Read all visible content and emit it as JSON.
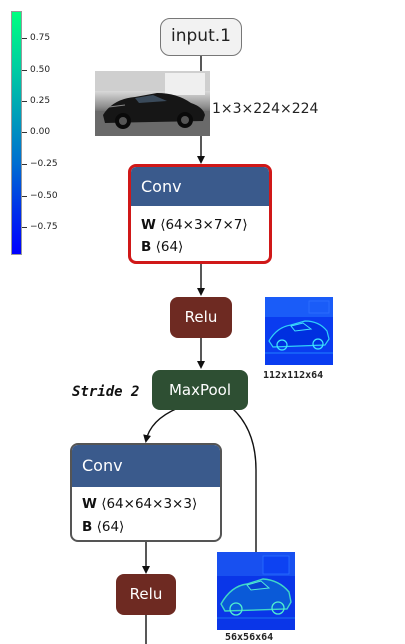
{
  "colorbar": {
    "ticks": [
      "0.75",
      "0.50",
      "0.25",
      "0.00",
      "−0.25",
      "−0.50",
      "−0.75"
    ]
  },
  "input": {
    "label": "input.1",
    "shape": "1×3×224×224"
  },
  "conv1": {
    "title": "Conv",
    "w_key": "W",
    "w_val": "⟨64×3×7×7⟩",
    "b_key": "B",
    "b_val": "⟨64⟩"
  },
  "relu1": {
    "label": "Relu",
    "fmap_label": "112x112x64"
  },
  "maxpool": {
    "label": "MaxPool",
    "stride_text": "Stride 2"
  },
  "conv2": {
    "title": "Conv",
    "w_key": "W",
    "w_val": "⟨64×64×3×3⟩",
    "b_key": "B",
    "b_val": "⟨64⟩"
  },
  "relu2": {
    "label": "Relu",
    "fmap_label": "56x56x64"
  },
  "colors": {
    "conv_header": "#3a5a8c",
    "relu": "#6e2a22",
    "maxpool": "#2e4f33",
    "selected_border": "#d01818"
  }
}
